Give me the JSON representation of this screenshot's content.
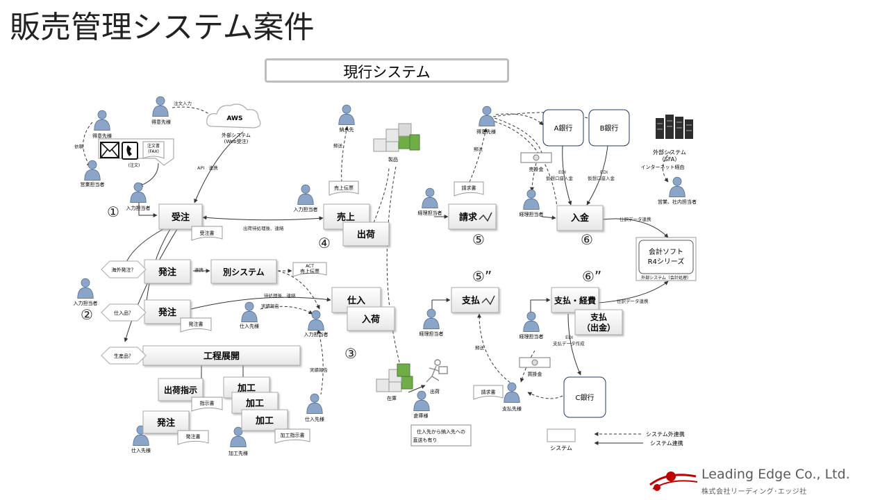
{
  "title": "販売管理システム案件",
  "system_header": "現行システム",
  "people": {
    "tokui_top": "得意先様",
    "tokui_left": "得意先様",
    "eigyo": "営業担当者",
    "nyuryoku1": "入力担当者",
    "nounyu": "納入先",
    "nyuryoku4": "入力担当者",
    "tokui_right": "得意先様",
    "keiri5": "経理担当者",
    "keiri6": "経理担当者",
    "eigyo_sfa": "営業、社内担当者",
    "nyuryoku2": "入力担当者",
    "shiire_a": "仕入先様",
    "nyuryoku3": "入力担当者",
    "shiire_b": "仕入先様",
    "keiri5b": "経理担当者",
    "keiri6b": "経理担当者",
    "soko": "倉庫様",
    "shiharai": "支払先様",
    "shiire_c": "仕入先様",
    "kako": "加工先様"
  },
  "labels": {
    "chumon_nyuryoku": "注文入力",
    "aws": "AWS",
    "web_juchu_1": "外部システム",
    "web_juchu_2": "(Web受注)",
    "irai": "依頼",
    "fax_1": "注文書",
    "fax_2": "(FAX)",
    "chumon": "(注文)",
    "api": "API　連携",
    "juchusho": "受注書",
    "shukka_kakunin": "出荷待処理後、連絡",
    "yuso1": "郵送",
    "uriage_denpyo": "売上伝票",
    "seihin": "製品",
    "yuso2": "郵送",
    "seikyusho": "請求書",
    "urikake": "売掛金",
    "edi1": "EDI",
    "vkoza1": "仮想口座入金",
    "edi2": "EDI",
    "vkoza2": "仮想口座入金",
    "sfa_1": "外部システム",
    "sfa_2": "（SFA）",
    "sfa_3": "インターネット経由",
    "shiwake1": "仕訳データ連携",
    "kaigai": "海外発注？",
    "renkei": "連携",
    "act_1": "ACT",
    "act_2": "売上伝票",
    "shiirehin": "仕入品？",
    "hatchusho1": "発注書",
    "nyuka_kakunin": "待処理後、連絡",
    "jisseki1": "実績報告",
    "shiwake2": "仕訳データ連携",
    "edi3": "EDI",
    "shiharai_data": "支払データ作成",
    "seisanhin": "生産品？",
    "jisseki2": "実績報告",
    "yuso3": "郵送",
    "kaikake": "買掛金",
    "shijisho": "指示書",
    "zaiko": "在庫",
    "shukka_small": "出荷",
    "seikyusho2": "請求書",
    "hatchusho2": "発注書",
    "kako_shijisho": "加工指示書",
    "direct_1": "仕入先から納入先への",
    "direct_2": "直送も有り",
    "gaibu_kaikei": "外部システム（会計処理）",
    "legend_out": "システム外連携",
    "legend_in": "システム連携",
    "legend_sys": "システム"
  },
  "boxes": {
    "juchu": "受注",
    "uriage": "売上",
    "shukka": "出荷",
    "seikyu": "請求",
    "nyukin": "入金",
    "bank_a": "A銀行",
    "bank_b": "B銀行",
    "kaikei_1": "会計ソフト",
    "kaikei_2": "R4シリーズ",
    "hatchu1": "発注",
    "betsu": "別システム",
    "hatchu2": "発注",
    "shiire": "仕入",
    "nyuka": "入荷",
    "shiharai": "支払",
    "shiharai_keihi": "支払・経費",
    "shiharai_shukkin_1": "支払",
    "shiharai_shukkin_2": "（出金）",
    "kotei": "工程展開",
    "shukka_shiji": "出荷指示",
    "kako1": "加工",
    "kako2": "加工",
    "kako3": "加工",
    "hatchu3": "発注",
    "bank_c": "C銀行"
  },
  "numbers": {
    "n1": "①",
    "n2": "②",
    "n3": "③",
    "n4": "④",
    "n5": "⑤",
    "n6": "⑥",
    "n5b": "⑤”",
    "n6b": "⑥”"
  },
  "logo": {
    "name": "Leading Edge Co., Ltd.",
    "name_jp": "株式会社リーディング･エッジ社"
  },
  "colors": {
    "person": "#8aa5c8",
    "box_border": "#a9a9a9",
    "bank_border": "#1f3864",
    "green": "#70ad47",
    "logo_red": "#c00000"
  }
}
